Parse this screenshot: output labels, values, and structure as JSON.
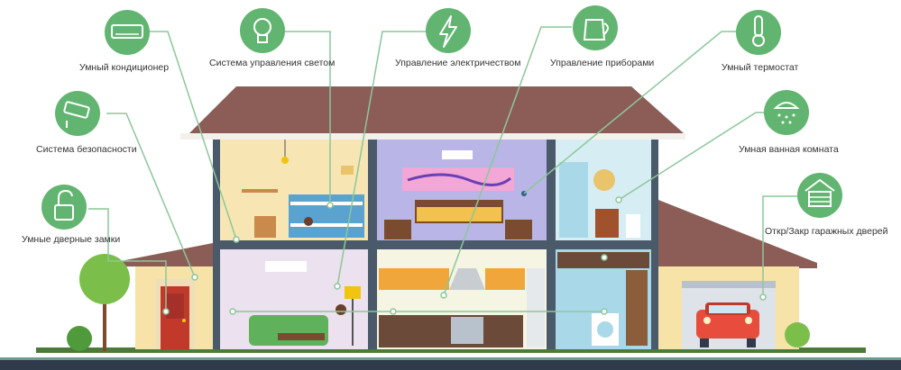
{
  "labels": {
    "ac": "Умный кондиционер",
    "lighting": "Система управления светом",
    "electricity": "Управление электричеством",
    "appliances": "Управление приборами",
    "thermostat": "Умный термостат",
    "security": "Система безопасности",
    "bathroom": "Умная ванная комната",
    "locks": "Умные дверные замки",
    "garage": "Откр/Закр гаражных дверей"
  },
  "icons": {
    "ac": "air-conditioner-icon",
    "lighting": "light-bulb-icon",
    "electricity": "lightning-bolt-icon",
    "appliances": "kettle-icon",
    "thermostat": "thermometer-icon",
    "security": "security-camera-icon",
    "bathroom": "shower-icon",
    "locks": "padlock-icon",
    "garage": "garage-icon"
  },
  "colors": {
    "accent_green": "#62b571",
    "connector_line": "#8cc79a",
    "roof": "#8b5d56",
    "wall_gray": "#4a5a6a",
    "bedroom": "#f7e6b4",
    "living_room": "#ece1ee",
    "master_bedroom": "#b9b5e6",
    "kitchen": "#f6f4e2",
    "bathroom": "#d6eef3",
    "garage": "#f7e3a8",
    "ground": "#2f3a4a"
  }
}
